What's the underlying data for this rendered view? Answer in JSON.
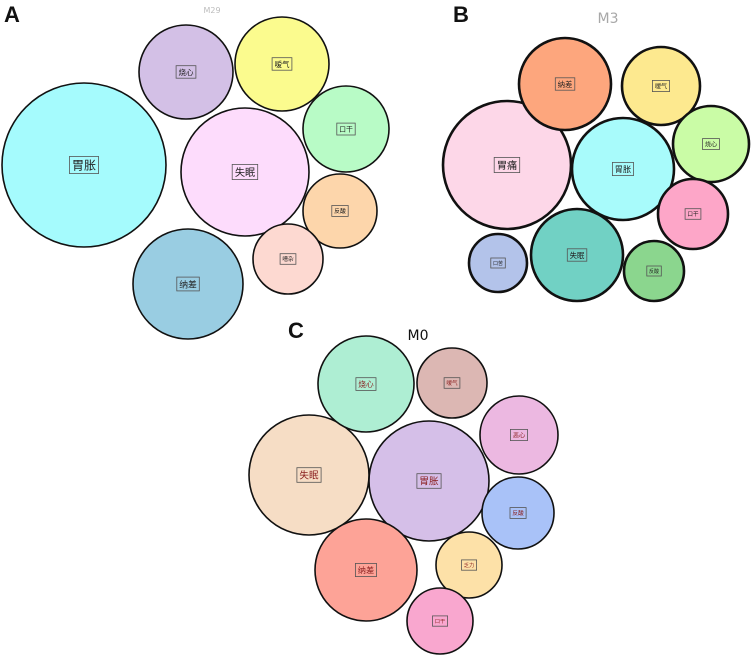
{
  "panels": [
    {
      "letter": "A",
      "title": "M29",
      "title_color": "#bdbdbd",
      "bubbles": [
        {
          "label": "胃胀",
          "color": "#a5fbfd",
          "stroke_heavy": false
        },
        {
          "label": "失眠",
          "color": "#fddcfc",
          "stroke_heavy": false
        },
        {
          "label": "烧心",
          "color": "#d3c0e6",
          "stroke_heavy": false
        },
        {
          "label": "嗳气",
          "color": "#fbfb8e",
          "stroke_heavy": false
        },
        {
          "label": "口干",
          "color": "#b8fbc6",
          "stroke_heavy": false
        },
        {
          "label": "纳差",
          "color": "#99cde2",
          "stroke_heavy": false
        },
        {
          "label": "反酸",
          "color": "#fdd6ab",
          "stroke_heavy": false
        },
        {
          "label": "嘈杂",
          "color": "#fdd9d1",
          "stroke_heavy": false
        }
      ]
    },
    {
      "letter": "B",
      "title": "M3",
      "title_color": "#a8a8a8",
      "bubbles": [
        {
          "label": "胃痛",
          "color": "#fdd7e8",
          "stroke_heavy": true
        },
        {
          "label": "胃胀",
          "color": "#a8fbfb",
          "stroke_heavy": true
        },
        {
          "label": "纳差",
          "color": "#fda67d",
          "stroke_heavy": true
        },
        {
          "label": "嗳气",
          "color": "#fde98f",
          "stroke_heavy": true
        },
        {
          "label": "烧心",
          "color": "#cafca6",
          "stroke_heavy": true
        },
        {
          "label": "口干",
          "color": "#fda6c8",
          "stroke_heavy": true
        },
        {
          "label": "失眠",
          "color": "#71d1c4",
          "stroke_heavy": true
        },
        {
          "label": "口苦",
          "color": "#b3c3ea",
          "stroke_heavy": true
        },
        {
          "label": "反酸",
          "color": "#8bd68e",
          "stroke_heavy": true
        }
      ]
    },
    {
      "letter": "C",
      "title": "M0",
      "title_color": "#111111",
      "bubbles": [
        {
          "label": "胃胀",
          "color": "#d5bfe8",
          "stroke_heavy": false
        },
        {
          "label": "失眠",
          "color": "#f6ddc5",
          "stroke_heavy": false
        },
        {
          "label": "烧心",
          "color": "#aeeed3",
          "stroke_heavy": false
        },
        {
          "label": "嗳气",
          "color": "#dcb7b3",
          "stroke_heavy": false
        },
        {
          "label": "恶心",
          "color": "#ecb8e1",
          "stroke_heavy": false
        },
        {
          "label": "反酸",
          "color": "#a9c2f8",
          "stroke_heavy": false
        },
        {
          "label": "纳差",
          "color": "#fda397",
          "stroke_heavy": false
        },
        {
          "label": "乏力",
          "color": "#fde1a8",
          "stroke_heavy": false
        },
        {
          "label": "口干",
          "color": "#f9a7cf",
          "stroke_heavy": false
        }
      ]
    }
  ]
}
